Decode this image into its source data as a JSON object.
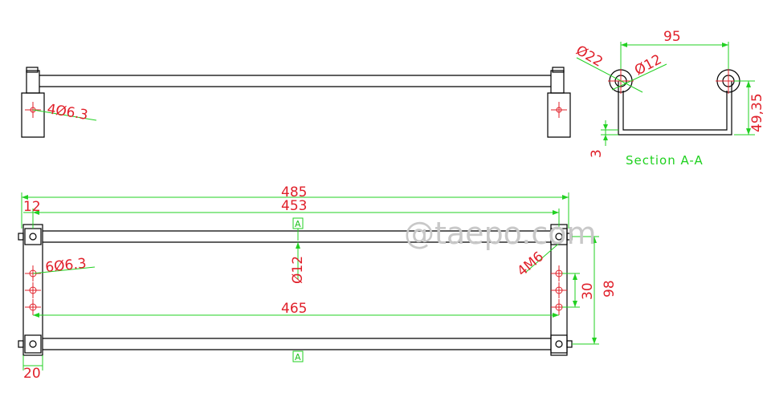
{
  "watermark": "@taepo.com",
  "section_label": "Section A-A",
  "section_marker": "A",
  "dimensions": {
    "overall_length": "485",
    "center_length": "453",
    "bar_length": "465",
    "end_offset": "12",
    "bracket_width": "20",
    "depth": "98",
    "hole_spacing": "30",
    "tube_diameter": "Ø12",
    "holes_side": "6Ø6.3",
    "holes_front": "4Ø6.3",
    "thread": "4M6",
    "section_spacing": "95",
    "section_outer_dia": "Ø22",
    "section_inner_dia": "Ø12",
    "section_height": "49,35",
    "section_thickness": "3"
  },
  "colors": {
    "outline": "#000000",
    "dimension_line": "#22d022",
    "dimension_text": "#e0202a",
    "watermark": "#c8c8c8"
  }
}
